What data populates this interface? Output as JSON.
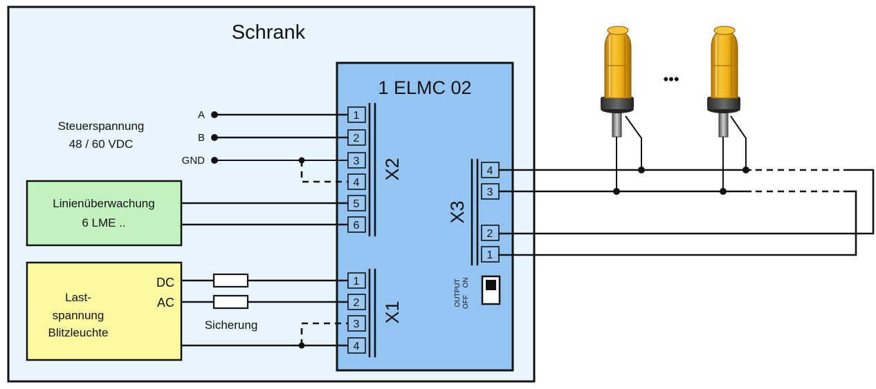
{
  "colors": {
    "cabinet_fill": "#e8f5fd",
    "module_fill": "#94c5f2",
    "line_monitor_fill": "#c3f2c0",
    "load_supply_fill": "#fcf9a0",
    "lamp_amber": "#f0b417",
    "wire": "#111111"
  },
  "cabinet": {
    "title": "Schrank"
  },
  "module": {
    "title": "1 ELMC 02"
  },
  "control_voltage": {
    "line1": "Steuerspannung",
    "line2": "48 / 60 VDC",
    "signals": [
      "A",
      "B",
      "GND"
    ]
  },
  "line_monitor": {
    "line1": "Linienüberwachung",
    "line2": "6 LME .."
  },
  "load_supply": {
    "line1": "Last-",
    "line2": "spannung",
    "line3": "Blitzleuchte",
    "dc": "DC",
    "ac": "AC"
  },
  "fuse": {
    "label": "Sicherung"
  },
  "connectors": {
    "x2": {
      "label": "X2",
      "pins": [
        "1",
        "2",
        "3",
        "4",
        "5",
        "6"
      ]
    },
    "x1": {
      "label": "X1",
      "pins": [
        "1",
        "2",
        "3",
        "4"
      ]
    },
    "x3": {
      "label": "X3",
      "pins": [
        "4",
        "3",
        "2",
        "1"
      ]
    }
  },
  "switch": {
    "output": "OUTPUT",
    "off": "OFF",
    "on": "ON"
  },
  "lamps": {
    "ellipsis": "•••",
    "icon": "flashing-beacon-icon"
  }
}
